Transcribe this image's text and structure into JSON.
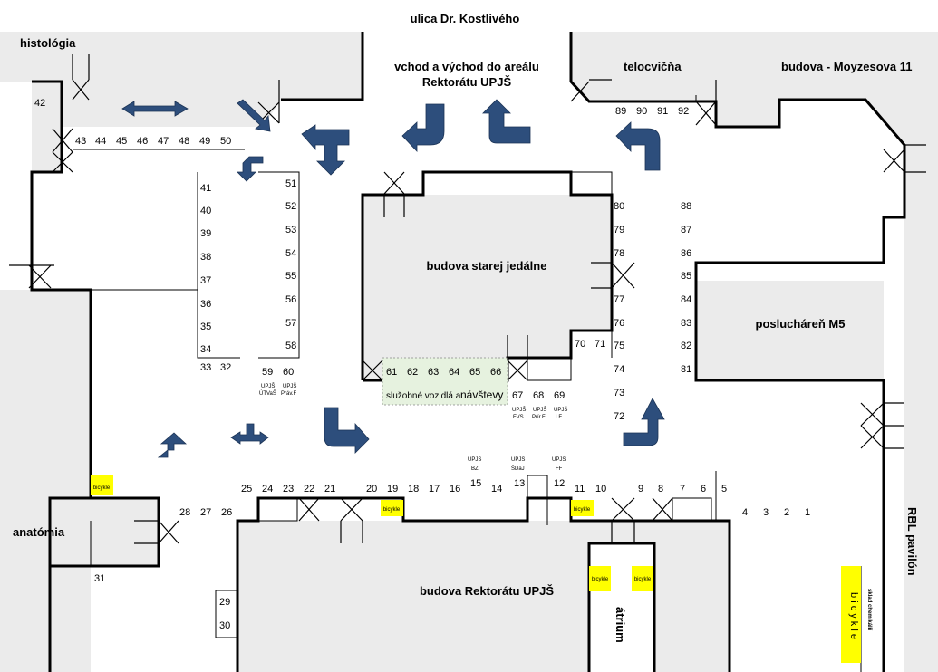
{
  "map": {
    "street": "ulica Dr. Kostlivého",
    "main_entrance": [
      "vchod a východ do areálu",
      "Rektorátu UPJŠ"
    ],
    "buildings": {
      "histologia": "histológia",
      "telocvicna": "telocvičňa",
      "moyzesova": "budova - Moyzesova 11",
      "stara_jedalen": "budova starej jedálne",
      "posluchraen": "poslucháreň M5",
      "anatomia": "anatómia",
      "rektorat": "budova Rektorátu UPJŠ",
      "atrium": "átrium",
      "rbl": "RBL pavilón",
      "sklad": "sklad chemikálií"
    },
    "bicycle_label": "bicykle",
    "bicycle_vertical": "b i c y k l e",
    "service_note": "služobné vozidlá a",
    "visitors": "návštevy",
    "spots": {
      "n1": "1",
      "n2": "2",
      "n3": "3",
      "n4": "4",
      "n5": "5",
      "n6": "6",
      "n7": "7",
      "n8": "8",
      "n9": "9",
      "n10": "10",
      "n11": "11",
      "n12": "12",
      "n13": "13",
      "n14": "14",
      "n15": "15",
      "n16": "16",
      "n17": "17",
      "n18": "18",
      "n19": "19",
      "n20": "20",
      "n21": "21",
      "n22": "22",
      "n23": "23",
      "n24": "24",
      "n25": "25",
      "n26": "26",
      "n27": "27",
      "n28": "28",
      "n29": "29",
      "n30": "30",
      "n31": "31",
      "n32": "32",
      "n33": "33",
      "n34": "34",
      "n35": "35",
      "n36": "36",
      "n37": "37",
      "n38": "38",
      "n39": "39",
      "n40": "40",
      "n41": "41",
      "n42": "42",
      "n43": "43",
      "n44": "44",
      "n45": "45",
      "n46": "46",
      "n47": "47",
      "n48": "48",
      "n49": "49",
      "n50": "50",
      "n51": "51",
      "n52": "52",
      "n53": "53",
      "n54": "54",
      "n55": "55",
      "n56": "56",
      "n57": "57",
      "n58": "58",
      "n59": "59",
      "n60": "60",
      "n61": "61",
      "n62": "62",
      "n63": "63",
      "n64": "64",
      "n65": "65",
      "n66": "66",
      "n67": "67",
      "n68": "68",
      "n69": "69",
      "n70": "70",
      "n71": "71",
      "n72": "72",
      "n73": "73",
      "n74": "74",
      "n75": "75",
      "n76": "76",
      "n77": "77",
      "n78": "78",
      "n79": "79",
      "n80": "80",
      "n81": "81",
      "n82": "82",
      "n83": "83",
      "n84": "84",
      "n85": "85",
      "n86": "86",
      "n87": "87",
      "n88": "88",
      "n89": "89",
      "n90": "90",
      "n91": "91",
      "n92": "92"
    },
    "reserved": {
      "s59": [
        "UPJŠ",
        "ÚTVaŠ"
      ],
      "s60": [
        "UPJŠ",
        "Práv.F"
      ],
      "s67": [
        "UPJŠ",
        "FVS"
      ],
      "s68": [
        "UPJŠ",
        "Prír.F"
      ],
      "s69": [
        "UPJŠ",
        "LF"
      ],
      "s15": [
        "UPJŠ",
        "BZ"
      ],
      "s13": [
        "UPJŠ",
        "ŠDaJ"
      ],
      "s12": [
        "UPJŠ",
        "FF"
      ]
    },
    "colors": {
      "arrow": "#2d4e7c",
      "bicycle": "#ffff00",
      "bicycle_text": "#cc0000",
      "outside": "#ebebeb",
      "service_zone": "#e6f2df"
    }
  }
}
